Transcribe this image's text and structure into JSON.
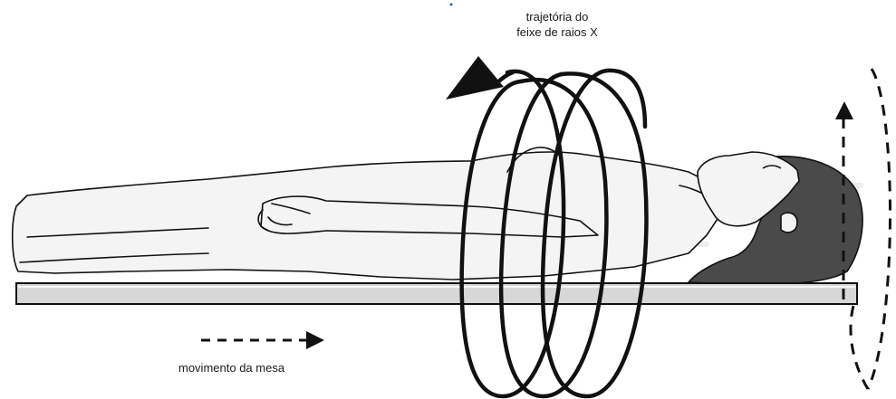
{
  "labels": {
    "beam_path_line1": "trajetória do",
    "beam_path_line2": "feixe de raios X",
    "table_movement": "movimento da mesa"
  },
  "colors": {
    "ink": "#111111",
    "table_fill": "#d7d7d7",
    "skin_fill": "#f4f4f4",
    "hair_fill": "#4a4a4a"
  }
}
